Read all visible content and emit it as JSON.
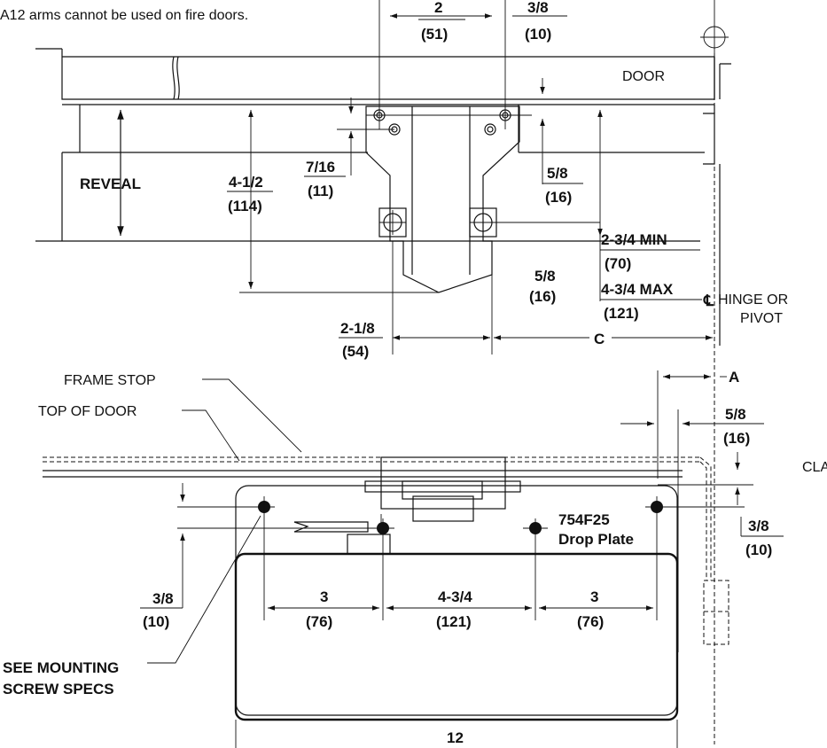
{
  "note": "A12 arms cannot be used on fire doors.",
  "labels": {
    "door": "DOOR",
    "reveal": "REVEAL",
    "hinge_line1": "HINGE OR",
    "hinge_line2": "PIVOT",
    "frame_stop": "FRAME STOP",
    "top_of_door": "TOP OF DOOR",
    "clearance_cut": "CLA",
    "drop_plate_model": "754F25",
    "drop_plate": "Drop Plate",
    "see_screw_1": "SEE MOUNTING",
    "see_screw_2": "SCREW SPECS",
    "dim_A": "A",
    "dim_C": "C",
    "cl_symbol": "℄"
  },
  "dims": {
    "top_2": "2",
    "top_2_mm": "(51)",
    "top_38": "3/8",
    "top_38_mm": "(10)",
    "d_716": "7/16",
    "d_716_mm": "(11)",
    "d_412": "4-1/2",
    "d_412_mm": "(114)",
    "d_58a": "5/8",
    "d_58a_mm": "(16)",
    "d_min": "2-3/4 MIN",
    "d_min_mm": "(70)",
    "d_58b": "5/8",
    "d_58b_mm": "(16)",
    "d_max": "4-3/4 MAX",
    "d_max_mm": "(121)",
    "d_218": "2-1/8",
    "d_218_mm": "(54)",
    "d_58c": "5/8",
    "d_58c_mm": "(16)",
    "d_38r": "3/8",
    "d_38r_mm": "(10)",
    "d_38l": "3/8",
    "d_38l_mm": "(10)",
    "d_3a": "3",
    "d_3a_mm": "(76)",
    "d_434": "4-3/4",
    "d_434_mm": "(121)",
    "d_3b": "3",
    "d_3b_mm": "(76)",
    "d_12": "12"
  }
}
